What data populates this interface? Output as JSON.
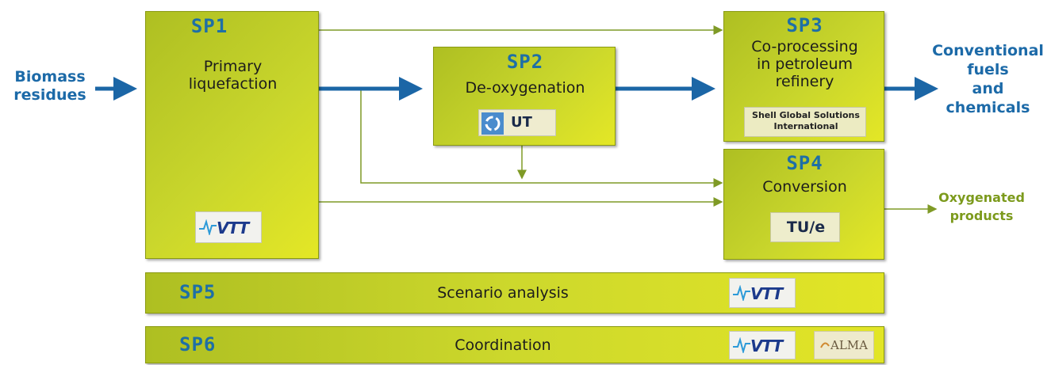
{
  "inputs": {
    "biomass": "Biomass\nresidues"
  },
  "outputs": {
    "conventional": "Conventional\nfuels\nand\nchemicals",
    "oxygenated": "Oxygenated\nproducts"
  },
  "sp1": {
    "code": "SP1",
    "title": "Primary\nliquefaction",
    "partner": "VTT"
  },
  "sp2": {
    "code": "SP2",
    "title": "De-oxygenation",
    "partner": "UT"
  },
  "sp3": {
    "code": "SP3",
    "title": "Co-processing\nin petroleum\nrefinery",
    "partner": "Shell Global Solutions\nInternational"
  },
  "sp4": {
    "code": "SP4",
    "title": "Conversion",
    "partner": "TU/e"
  },
  "sp5": {
    "code": "SP5",
    "title": "Scenario analysis",
    "partner": "VTT"
  },
  "sp6": {
    "code": "SP6",
    "title": "Coordination",
    "partner": "VTT",
    "partner2": "ALMA"
  },
  "colors": {
    "blue_flow": "#1b66a6",
    "green_flow": "#7f9a26",
    "box_fill": "#c9d62c"
  }
}
